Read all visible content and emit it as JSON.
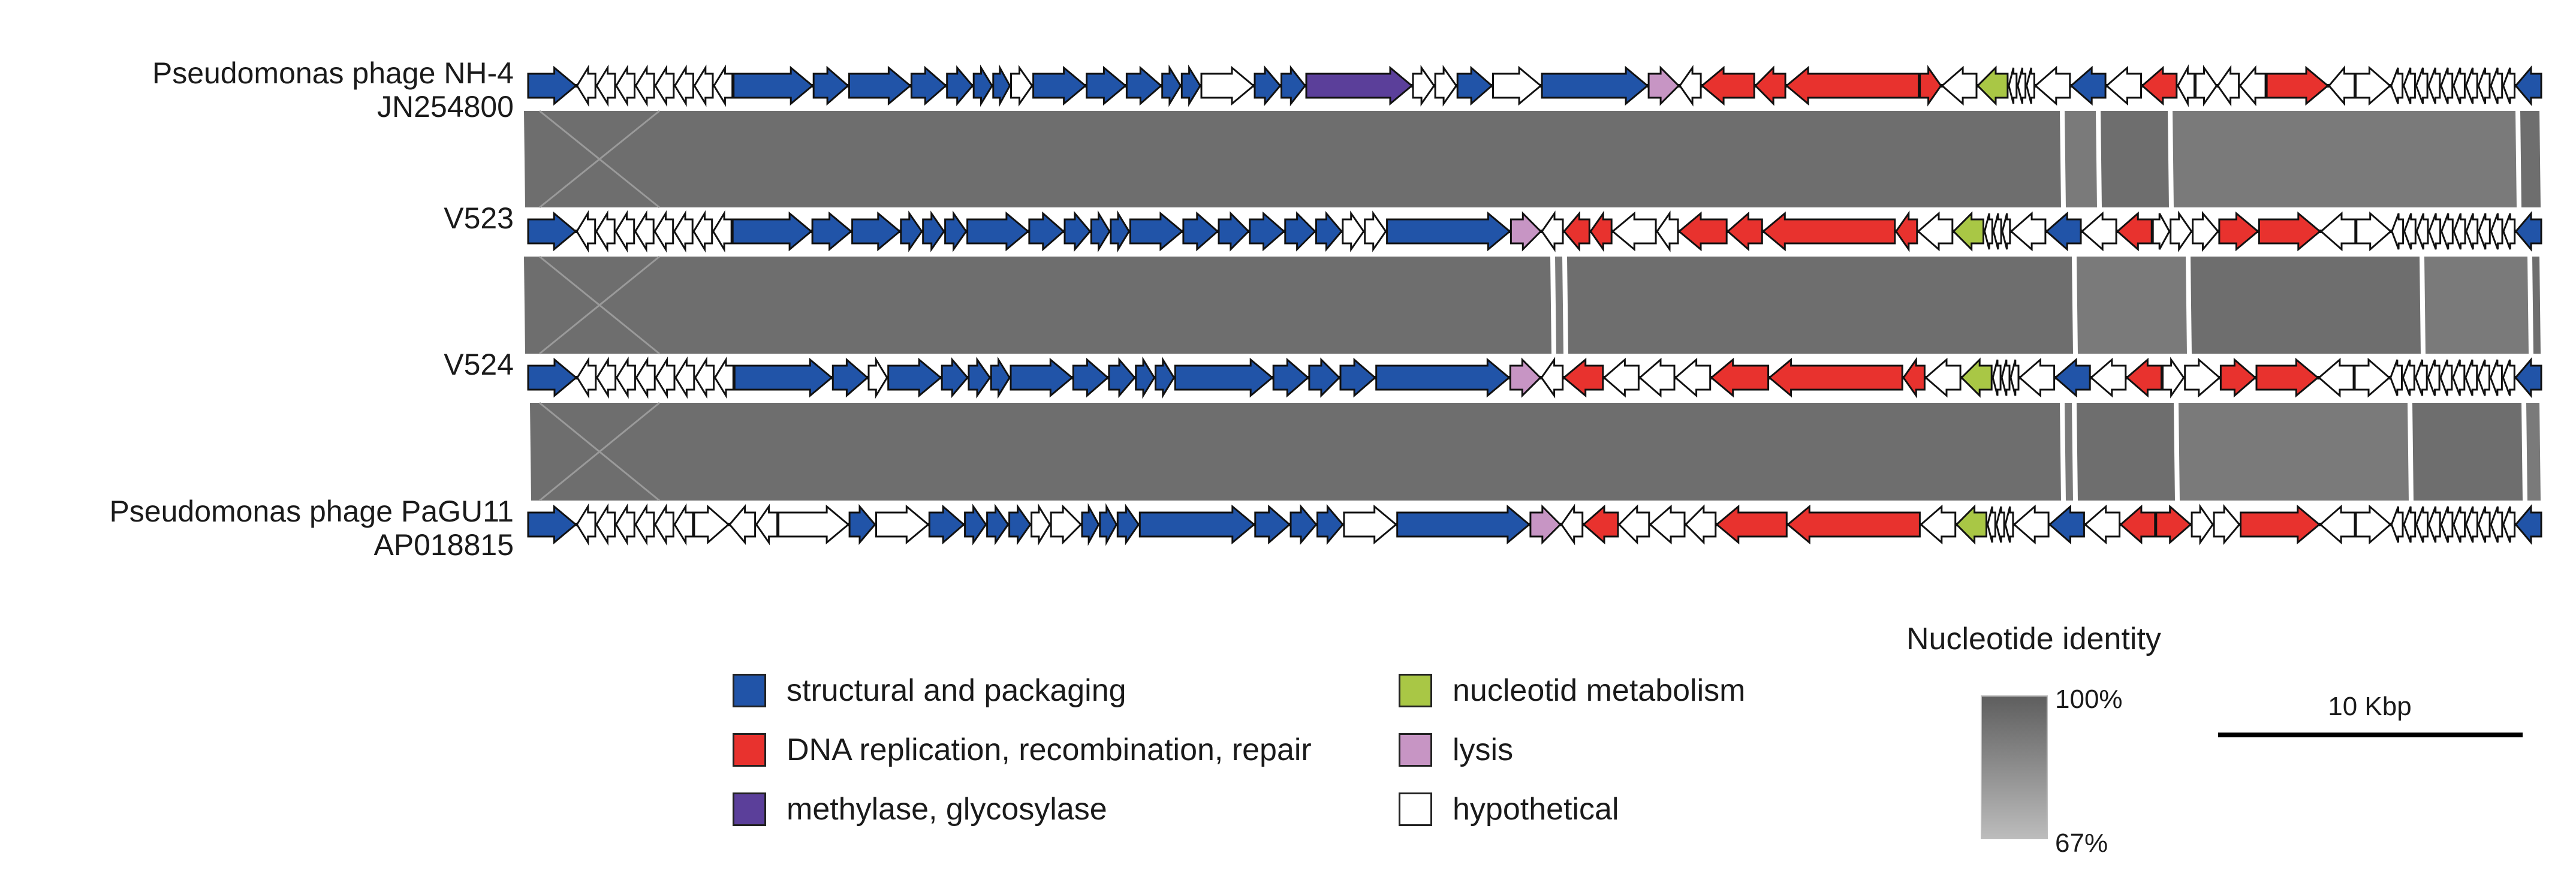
{
  "genomes": [
    {
      "line1": "Pseudomonas phage NH-4",
      "line2": "JN254800"
    },
    {
      "line1": "V523",
      "line2": ""
    },
    {
      "line1": "V524",
      "line2": ""
    },
    {
      "line1": "Pseudomonas phage PaGU11",
      "line2": "AP018815"
    }
  ],
  "legend": [
    {
      "key": "structural",
      "label": "structural and packaging",
      "color": "#2154a8"
    },
    {
      "key": "dna",
      "label": "DNA replication, recombination, repair",
      "color": "#e8322e"
    },
    {
      "key": "methylase",
      "label": "methylase, glycosylase",
      "color": "#5b3f9a"
    },
    {
      "key": "nucleotide",
      "label": "nucleotid metabolism",
      "color": "#a9c745"
    },
    {
      "key": "lysis",
      "label": "lysis",
      "color": "#c795c4"
    },
    {
      "key": "hypothetical",
      "label": "hypothetical",
      "color": "#ffffff"
    }
  ],
  "identity": {
    "title": "Nucleotide identity",
    "max_label": "100%",
    "min_label": "67%",
    "max_color": "#5e5e5e",
    "min_color": "#bcbcbc"
  },
  "scale": {
    "label": "10 Kbp"
  }
}
